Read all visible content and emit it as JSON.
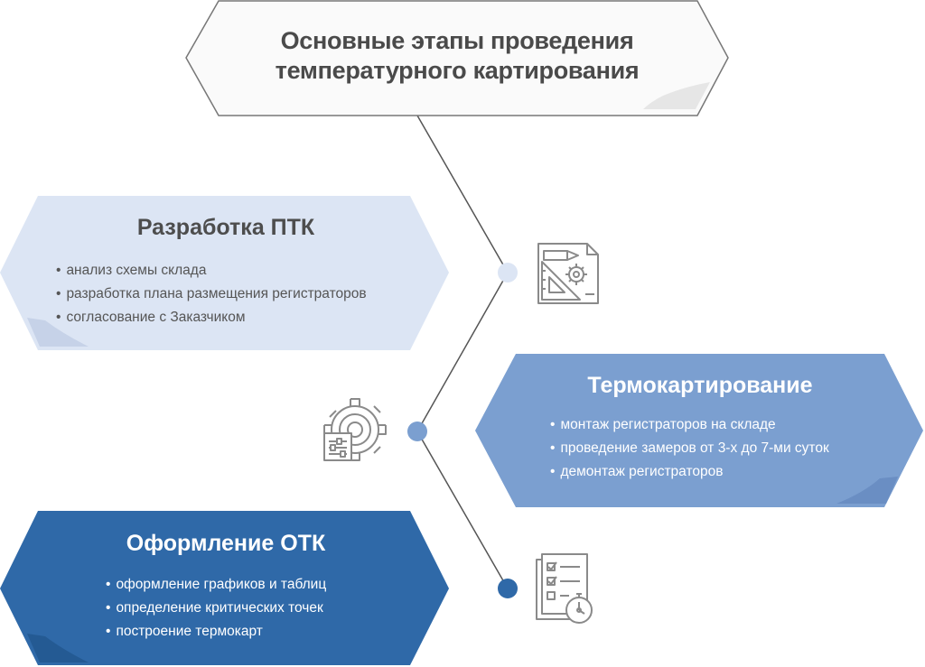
{
  "header": {
    "title_line1": "Основные этапы проведения",
    "title_line2": "температурного картирования"
  },
  "stages": [
    {
      "title": "Разработка ПТК",
      "bullets": [
        "анализ схемы склада",
        "разработка плана размещения регистраторов",
        "согласование с Заказчиком"
      ],
      "fill": "#dce5f4",
      "icon": "design-pencil-gear-icon"
    },
    {
      "title": "Термокартирование",
      "bullets": [
        "монтаж регистраторов на складе",
        "проведение замеров от 3-х до 7-ми суток",
        "демонтаж регистраторов"
      ],
      "fill": "#7b9fd0",
      "icon": "gear-sliders-icon"
    },
    {
      "title": "Оформление ОТК",
      "bullets": [
        "оформление графиков и таблиц",
        "определение критических точек",
        "построение термокарт"
      ],
      "fill": "#2f69a8",
      "icon": "checklist-stopwatch-icon"
    }
  ],
  "colors": {
    "title_text": "#4a4a4a",
    "connector_line": "#555555",
    "node_1": "#dce5f4",
    "node_2": "#7b9fd0",
    "node_3": "#2f69a8",
    "icon_stroke": "#8a8a8a"
  }
}
